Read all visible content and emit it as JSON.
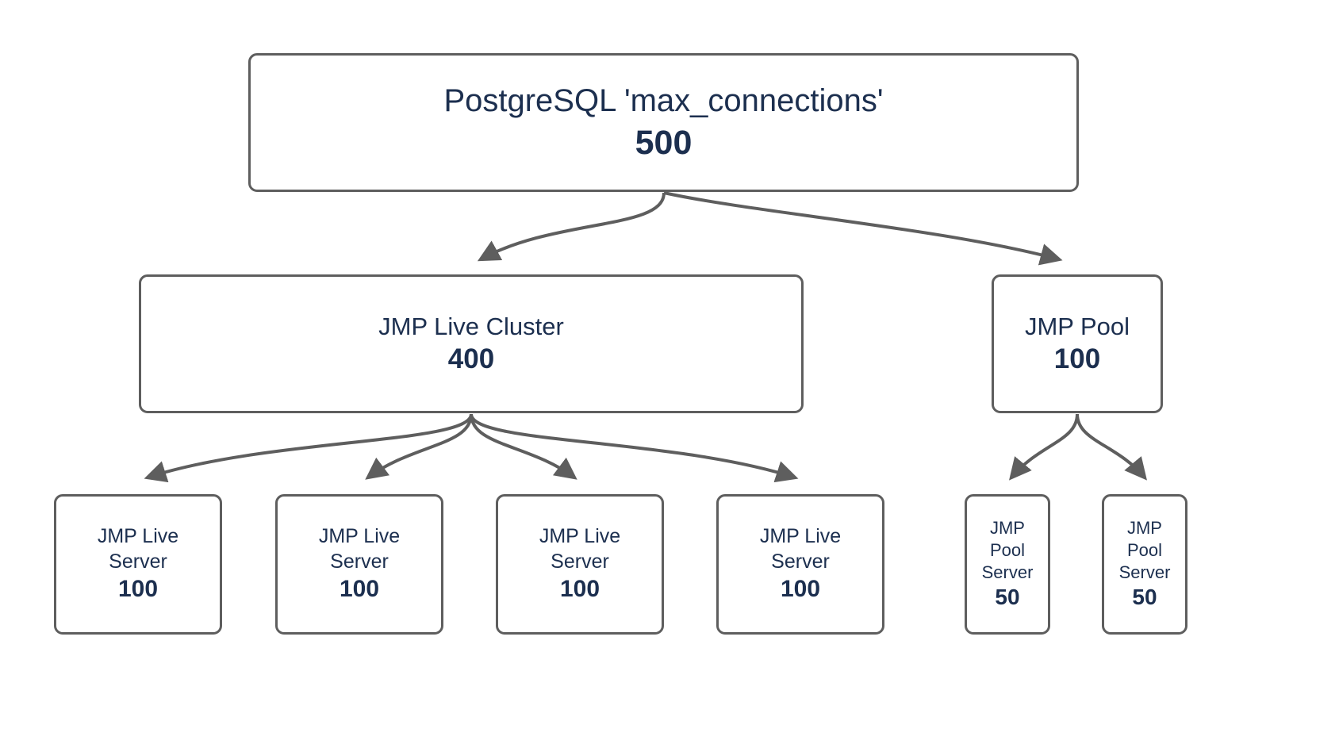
{
  "diagram": {
    "title": "PostgreSQL max_connections allocation tree",
    "orientation": "top-down-tree",
    "background_color": "#ffffff",
    "node_border_color": "#5e5e5e",
    "node_text_color": "#1c2f4f",
    "edge_color": "#5e5e5e"
  },
  "nodes": {
    "root": {
      "label": "PostgreSQL 'max_connections'",
      "value": "500"
    },
    "live_cluster": {
      "label": "JMP Live Cluster",
      "value": "400"
    },
    "pool": {
      "label": "JMP Pool",
      "value": "100"
    },
    "live_servers": [
      {
        "label": "JMP Live\nServer",
        "value": "100"
      },
      {
        "label": "JMP Live\nServer",
        "value": "100"
      },
      {
        "label": "JMP Live\nServer",
        "value": "100"
      },
      {
        "label": "JMP Live\nServer",
        "value": "100"
      }
    ],
    "pool_servers": [
      {
        "label": "JMP\nPool\nServer",
        "value": "50"
      },
      {
        "label": "JMP\nPool\nServer",
        "value": "50"
      }
    ]
  },
  "edges": [
    {
      "from": "root",
      "to": "live_cluster"
    },
    {
      "from": "root",
      "to": "pool"
    },
    {
      "from": "live_cluster",
      "to": "live_server_1"
    },
    {
      "from": "live_cluster",
      "to": "live_server_2"
    },
    {
      "from": "live_cluster",
      "to": "live_server_3"
    },
    {
      "from": "live_cluster",
      "to": "live_server_4"
    },
    {
      "from": "pool",
      "to": "pool_server_1"
    },
    {
      "from": "pool",
      "to": "pool_server_2"
    }
  ]
}
